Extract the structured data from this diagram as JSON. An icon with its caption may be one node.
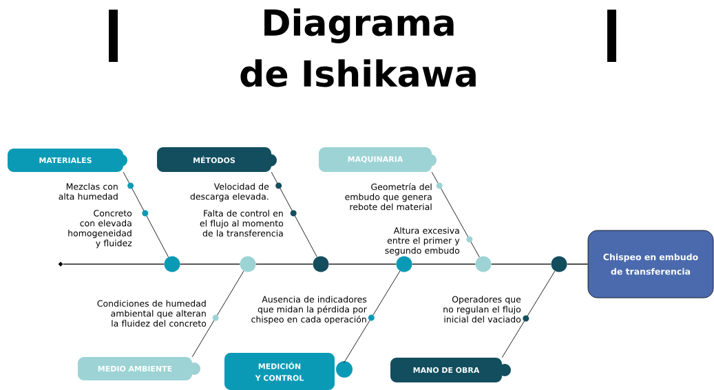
{
  "diagram": {
    "title": "Diagrama de Ishikawa",
    "nodes": [
      {
        "text": [
          "MATERIALES"
        ]
      },
      {
        "text": [
          "MÉTODOS"
        ]
      },
      {
        "text": [
          "MAQUINARIA"
        ]
      },
      {
        "text": [
          "MEDIO AMBIENTE"
        ]
      },
      {
        "text": [
          "MEDICIÓN Y CONTROL"
        ]
      },
      {
        "text": [
          "MANO DE OBRA"
        ]
      },
      {
        "text": [
          "Chispeo en embudo de transferencia"
        ]
      },
      {
        "text": [],
        "shape": "diamond"
      },
      {
        "text": [],
        "shape": "circle"
      },
      {
        "text": [],
        "shape": "circle"
      },
      {
        "text": [],
        "shape": "circle"
      },
      {
        "text": [],
        "shape": "circle"
      },
      {
        "text": [],
        "shape": "circle"
      },
      {
        "text": [],
        "shape": "circle"
      }
    ],
    "edges": [
      {
        "from": 7,
        "to": 8,
        "arrow": "none"
      },
      {
        "from": 8,
        "to": 9,
        "arrow": "none"
      },
      {
        "from": 9,
        "to": 10,
        "arrow": "none"
      },
      {
        "from": 10,
        "to": 11,
        "arrow": "none"
      },
      {
        "from": 11,
        "to": 12,
        "arrow": "none"
      },
      {
        "from": 12,
        "to": 13,
        "arrow": "none"
      },
      {
        "from": 13,
        "to": 6,
        "arrow": "none"
      },
      {
        "from": 0,
        "to": 8,
        "arrow": "none"
      },
      {
        "from": 1,
        "to": 10,
        "arrow": "none"
      },
      {
        "from": 2,
        "to": 12,
        "arrow": "none"
      },
      {
        "from": 3,
        "to": 9,
        "arrow": "none"
      },
      {
        "from": 4,
        "to": 11,
        "arrow": "none"
      },
      {
        "from": 5,
        "to": 13,
        "arrow": "none"
      }
    ],
    "labels": [
      "Mezclas con alta humedad",
      "Velocidad de descarga elevada.",
      "Geometría del embudo que genera rebote del material",
      "Concreto con elevada homogeneidad y fluidez",
      "Falta de control en el flujo al momento de la transferencia",
      "Altura excesiva entre el primer y segundo embudo",
      "Condiciones de humedad ambiental que alteran la fluidez del concreto",
      "Ausencia de indicadores que midan la pérdida por chispeo en cada operación",
      "Operadores que no regulan el flujo inicial del vaciado"
    ]
  }
}
